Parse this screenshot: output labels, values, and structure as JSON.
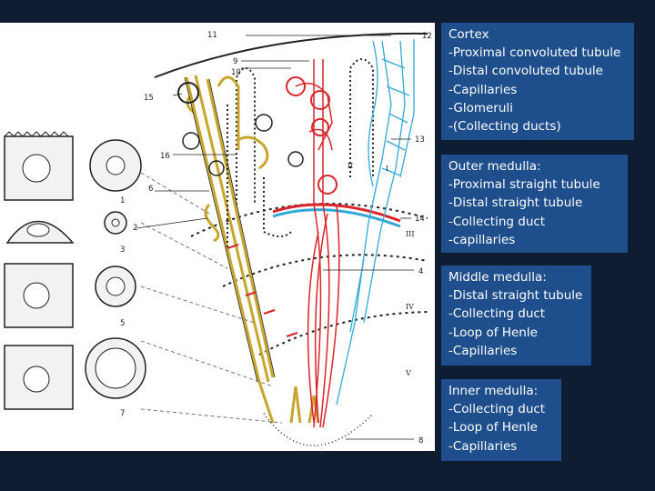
{
  "colors": {
    "background": "#0f1d33",
    "box": "#1f4e8c",
    "box_text": "#ffffff",
    "tubule": "#c8a62c",
    "vessel_red": "#d9252b",
    "vessel_blue": "#32a8d8"
  },
  "figure": {
    "numbers": [
      "11",
      "12",
      "9",
      "10",
      "15",
      "16",
      "6",
      "1",
      "2",
      "3",
      "5",
      "7",
      "13",
      "14",
      "4",
      "8"
    ],
    "regions": [
      "I",
      "II",
      "III",
      "IV",
      "V"
    ]
  },
  "boxes": {
    "cortex": [
      "Cortex",
      "-Proximal convoluted tubule",
      "-Distal convoluted tubule",
      "-Capillaries",
      "-Glomeruli",
      "-(Collecting ducts)"
    ],
    "outer": [
      "Outer medulla:",
      "-Proximal straight tubule",
      "-Distal straight tubule",
      "-Collecting duct",
      "-capillaries"
    ],
    "middle": [
      "Middle medulla:",
      "-Distal straight tubule",
      "-Collecting duct",
      "-Loop of Henle",
      "-Capillaries"
    ],
    "inner": [
      "Inner medulla:",
      "-Collecting duct",
      "-Loop of Henle",
      "-Capillaries"
    ]
  }
}
